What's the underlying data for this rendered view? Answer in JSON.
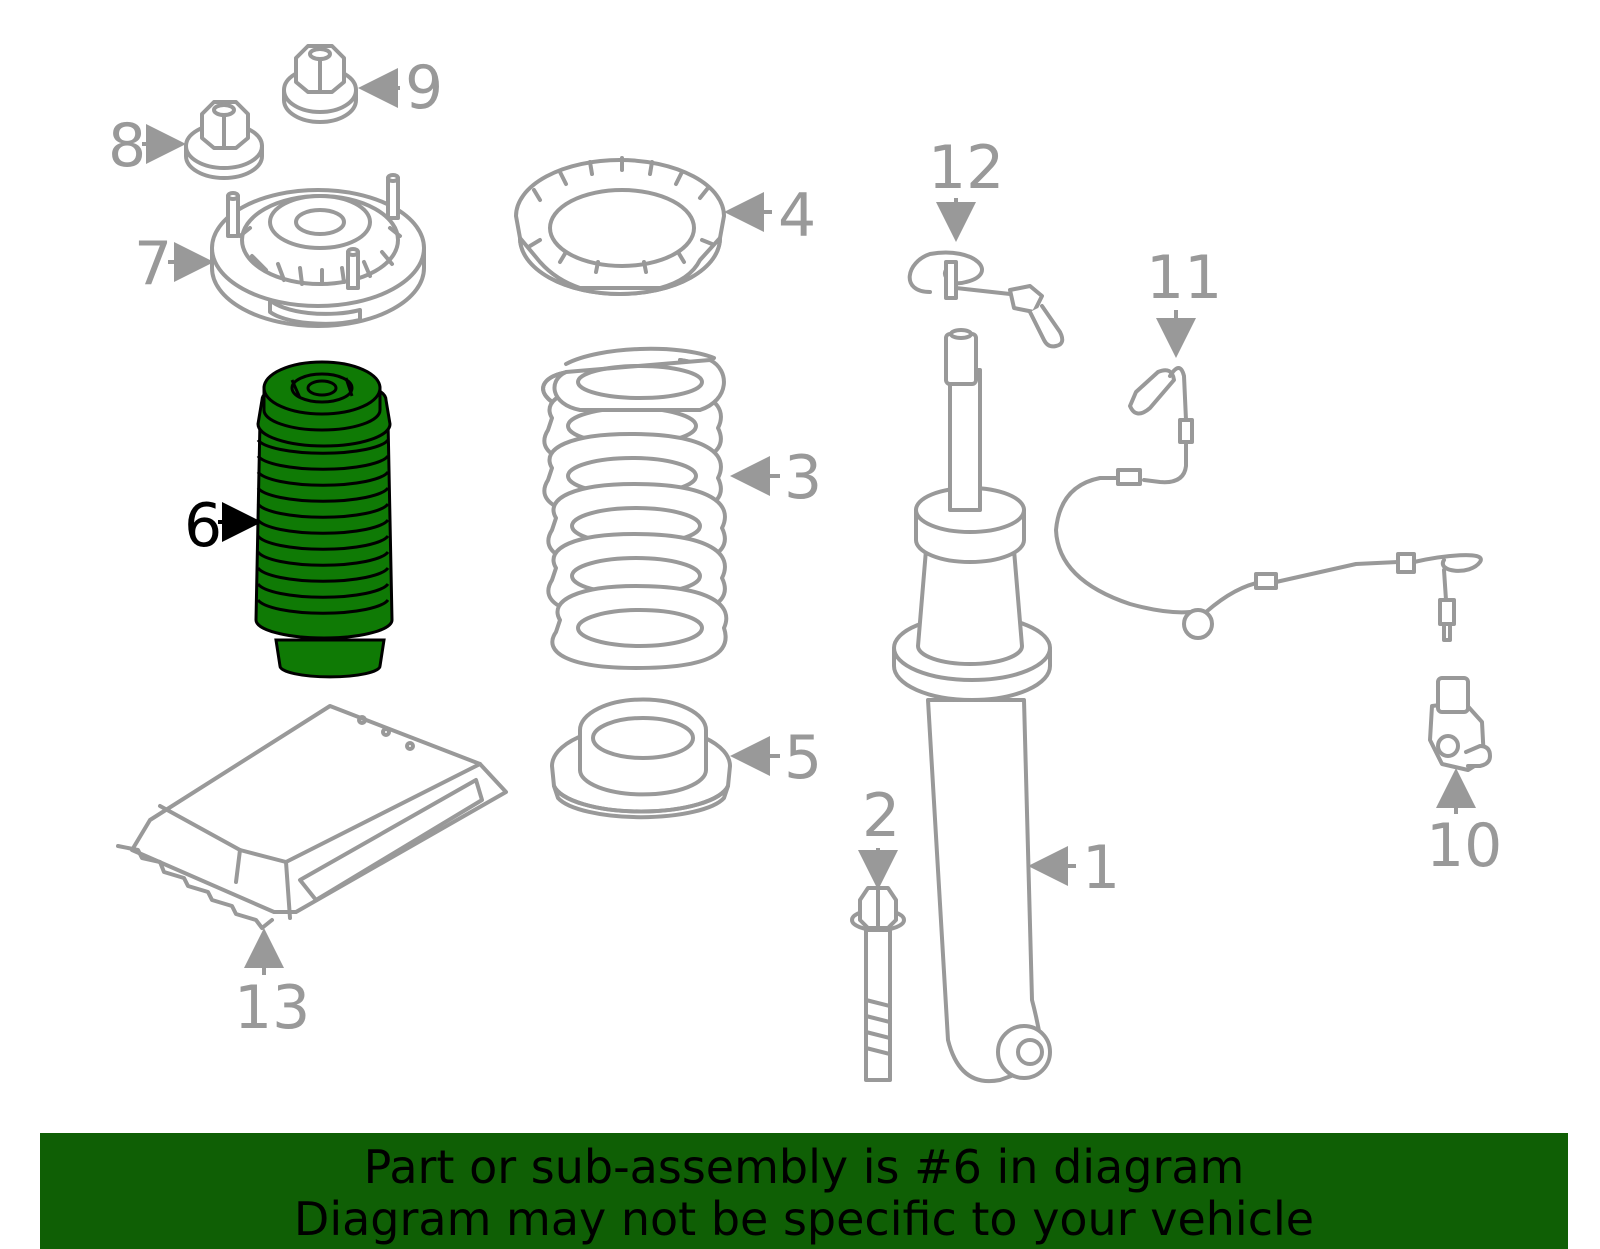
{
  "colors": {
    "part_line": "#999999",
    "highlight_fill": "#0f7a05",
    "highlight_line": "#000000",
    "banner_bg": "#0f5f05",
    "banner_text": "#000000"
  },
  "highlighted_part": "6",
  "callouts": {
    "c1": "1",
    "c2": "2",
    "c3": "3",
    "c4": "4",
    "c5": "5",
    "c6": "6",
    "c7": "7",
    "c8": "8",
    "c9": "9",
    "c10": "10",
    "c11": "11",
    "c12": "12",
    "c13": "13"
  },
  "banner": {
    "line1": "Part or sub-assembly is #6 in diagram",
    "line2": "Diagram may not be specific to your vehicle"
  }
}
